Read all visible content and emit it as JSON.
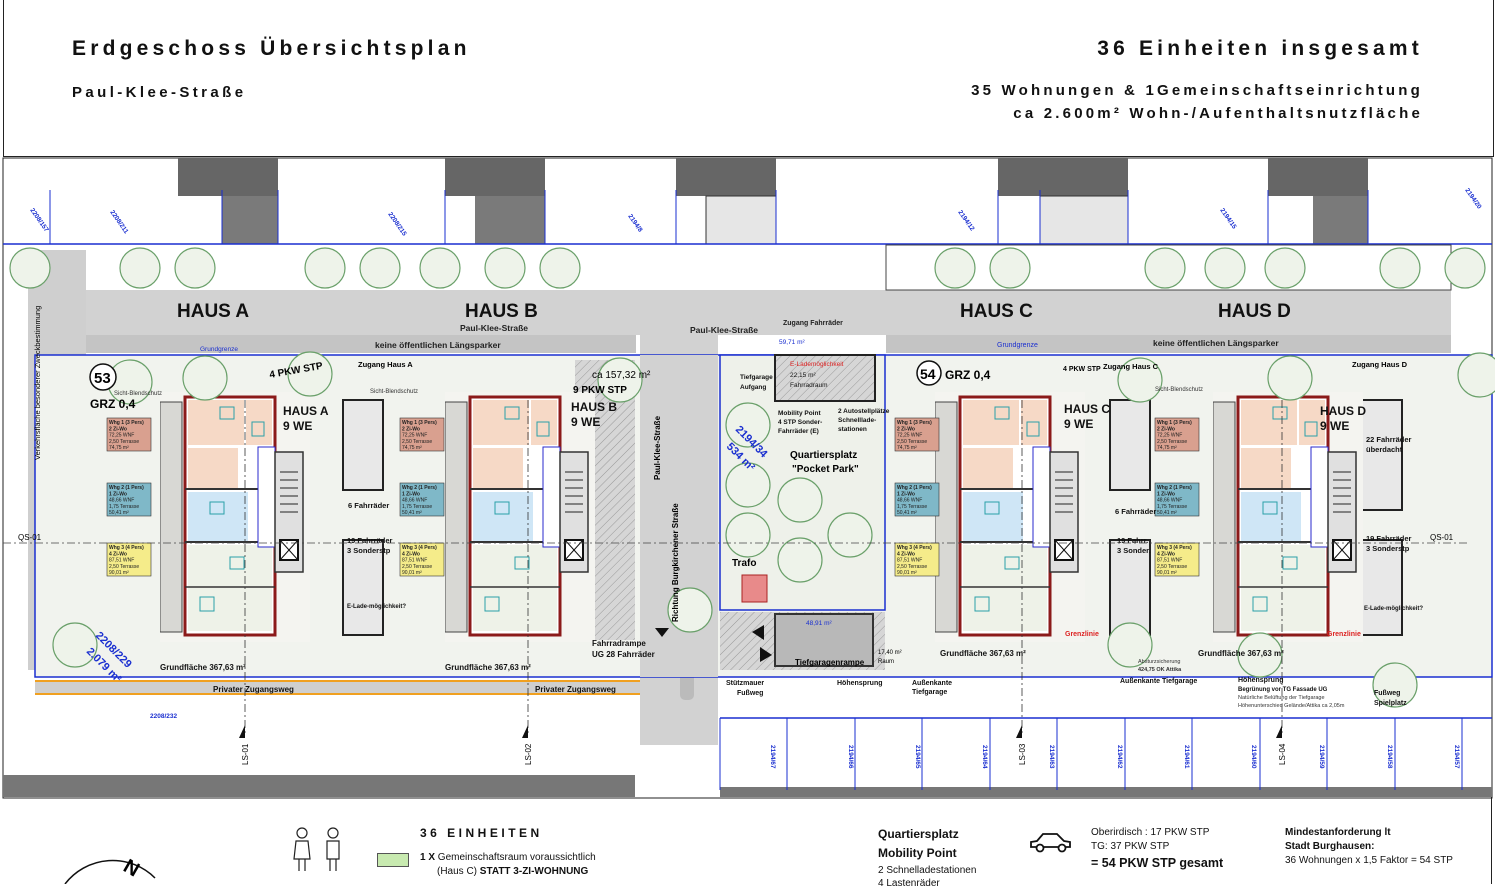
{
  "header": {
    "title": "Erdgeschoss Übersichtsplan",
    "subtitle": "Paul-Klee-Straße",
    "total": "36 Einheiten insgesamt",
    "units_line": "35 Wohnungen & 1Gemeinschaftseinrichtung",
    "area_line": "ca 2.600m² Wohn-/Aufenthaltsnutzfläche"
  },
  "colors": {
    "boundary": "#1a2fd0",
    "wall": "#8b1a1a",
    "whg1": "#d9a08f",
    "whg2": "#7fb8c8",
    "whg3": "#f5ec8a",
    "community": "#c8eab0",
    "tree": "#6aa06a"
  },
  "plan": {
    "houses": [
      {
        "name": "HAUS A",
        "label": "HAUS A",
        "we": "9 WE",
        "grundflaeche": "Grundfläche 367,63 m²"
      },
      {
        "name": "HAUS B",
        "label": "HAUS B",
        "we": "9 WE",
        "grundflaeche": "Grundfläche 367,63 m²"
      },
      {
        "name": "HAUS C",
        "label": "HAUS C",
        "we": "9 WE",
        "grundflaeche": "Grundfläche 367,63 m²"
      },
      {
        "name": "HAUS D",
        "label": "HAUS D",
        "we": "9 WE",
        "grundflaeche": "Grundfläche 367,63 m²"
      }
    ],
    "street_top_labels": [
      "HAUS A",
      "HAUS B",
      "HAUS C",
      "HAUS D"
    ],
    "units": [
      {
        "title": "Whg 1 (3 Pers)",
        "rooms": "2 Zi-Wo",
        "wnf": "72,25 WNF",
        "terrace": "2,50 Terrasse",
        "total": "74,75 m²"
      },
      {
        "title": "Whg 2 (1 Pers)",
        "rooms": "1 Zi-Wo",
        "wnf": "48,66 WNF",
        "terrace": "1,75 Terrasse",
        "total": "50,41 m²"
      },
      {
        "title": "Whg 3 (4 Pers)",
        "rooms": "4 Zi-Wo",
        "wnf": "87,51 WNF",
        "terrace": "2,50 Terrasse",
        "total": "90,01 m²"
      }
    ],
    "street": "Paul-Klee-Straße",
    "street2": "Paul-Klee-Straße",
    "street_vertical": "Paul-Klee-Straße",
    "direction": "Richtung Burgkirchener Straße",
    "no_parking": "keine öffentlichen Längsparker",
    "bike_access": "Zugang Fahrräder",
    "grundgrenze": "Grundgrenze",
    "lot53": "53",
    "lot54": "54",
    "grz": "GRZ 0,4",
    "pkw4": "4 PKW STP",
    "pkw9": "9 PKW STP",
    "zugang_a": "Zugang Haus A",
    "zugang_c": "Zugang Haus C",
    "zugang_d": "Zugang Haus D",
    "sichtschutz": "Sicht-Blendschutz",
    "area_b": "ca 157,32 m²",
    "bikes6": "6 Fahrräder",
    "bikes19_1": "19 Fahrräder",
    "bikes19_2": "3 Sonderstp",
    "bikes19c_1": "19 Fahrr.",
    "bikes19c_2": "3 Sonder.",
    "bikes22_1": "22 Fahrräder",
    "bikes22_2": "überdacht",
    "elade": "E-Lade-möglichkeit?",
    "verkehrsflaeche": "Verkehrsfläche besonderer Zweckbestimmung",
    "parcel_229_1": "2208/229",
    "parcel_229_2": "2.079 m²",
    "parcel_34_1": "2194/34",
    "parcel_34_2": "534 m²",
    "qs": "QS-01",
    "privatweg": "Privater Zugangsweg",
    "fahrradrampe_1": "Fahrradrampe",
    "fahrradrampe_2": "UG 28 Fahrräder",
    "tg_aufgang_1": "Tiefgarage",
    "tg_aufgang_2": "Aufgang",
    "elademoeglich": "E-Lademöglichkeit",
    "fahrradraum_1": "22,15 m²",
    "fahrradraum_2": "Fahrradraum",
    "area_5971": "59,71 m²",
    "mobility_1": "Mobility Point",
    "mobility_2": "4 STP Sonder-",
    "mobility_3": "Fahrräder (E)",
    "autostell_1": "2 Autostellplätze",
    "autostell_2": "Schnelllade-",
    "autostell_3": "stationen",
    "quartiersplatz": "Quartiersplatz",
    "pocketpark": "\"Pocket Park\"",
    "trafo": "Trafo",
    "area_4891": "48,91 m²",
    "tg_rampe": "Tiefgaragenrampe",
    "raum_1": "17,40 m²",
    "raum_2": "Raum",
    "stuetzmauer": "Stützmauer",
    "fussweg": "Fußweg",
    "hoehensprung": "Höhensprung",
    "aussenkante_1": "Außenkante",
    "aussenkante_2": "Tiefgarage",
    "aussenkante_tg": "Außenkante Tiefgarage",
    "absturz_1": "Absturzsicherung",
    "absturz_2": "424,75 OK Attika",
    "begruenung": "Begrünung vor TG Fassade UG",
    "belueftung": "Natürliche Belüftung der Tiefgarage",
    "hoehenunterschied": "Höhenunterschied Gelände/Attika ca 2,05m",
    "spielplatz_1": "Fußweg",
    "spielplatz_2": "Spielplatz",
    "grenzlinie": "Grenzlinie",
    "sections": [
      "LS-01",
      "LS-02",
      "LS-03",
      "LS-04"
    ],
    "parcels_top": [
      "2208/157",
      "2208/211",
      "2208/215",
      "2194/8",
      "2194/12",
      "2194/15",
      "2194/20"
    ],
    "parcels_bottom": [
      "2194/67",
      "2194/66",
      "2194/65",
      "2194/64",
      "2194/63",
      "2194/62",
      "2194/61",
      "2194/60",
      "2194/59",
      "2194/58",
      "2194/57"
    ],
    "parcel_232": "2208/232"
  },
  "legend": {
    "units_title": "36 EINHEITEN",
    "community_1_bold": "1 X",
    "community_1": "Gemeinschaftsraum voraussichtlich",
    "community_2": "(Haus C)",
    "community_2_bold": "STATT 3-ZI-WOHNUNG",
    "quartier_1": "Quartiersplatz",
    "quartier_2": "Mobility Point",
    "quartier_3": "2 Schnelladestationen",
    "quartier_4": "4 Lastenräder",
    "parking_1": "Oberirdisch : 17 PKW STP",
    "parking_2": "TG: 37 PKW STP",
    "parking_total": "= 54 PKW STP gesamt",
    "min_1": "Mindestanforderung lt",
    "min_2": "Stadt Burghausen:",
    "min_3": "36 Wohnungen  x 1,5 Faktor = 54 STP",
    "north": "N",
    "icons": [
      "people-icon",
      "car-icon",
      "north-arrow-icon"
    ]
  }
}
